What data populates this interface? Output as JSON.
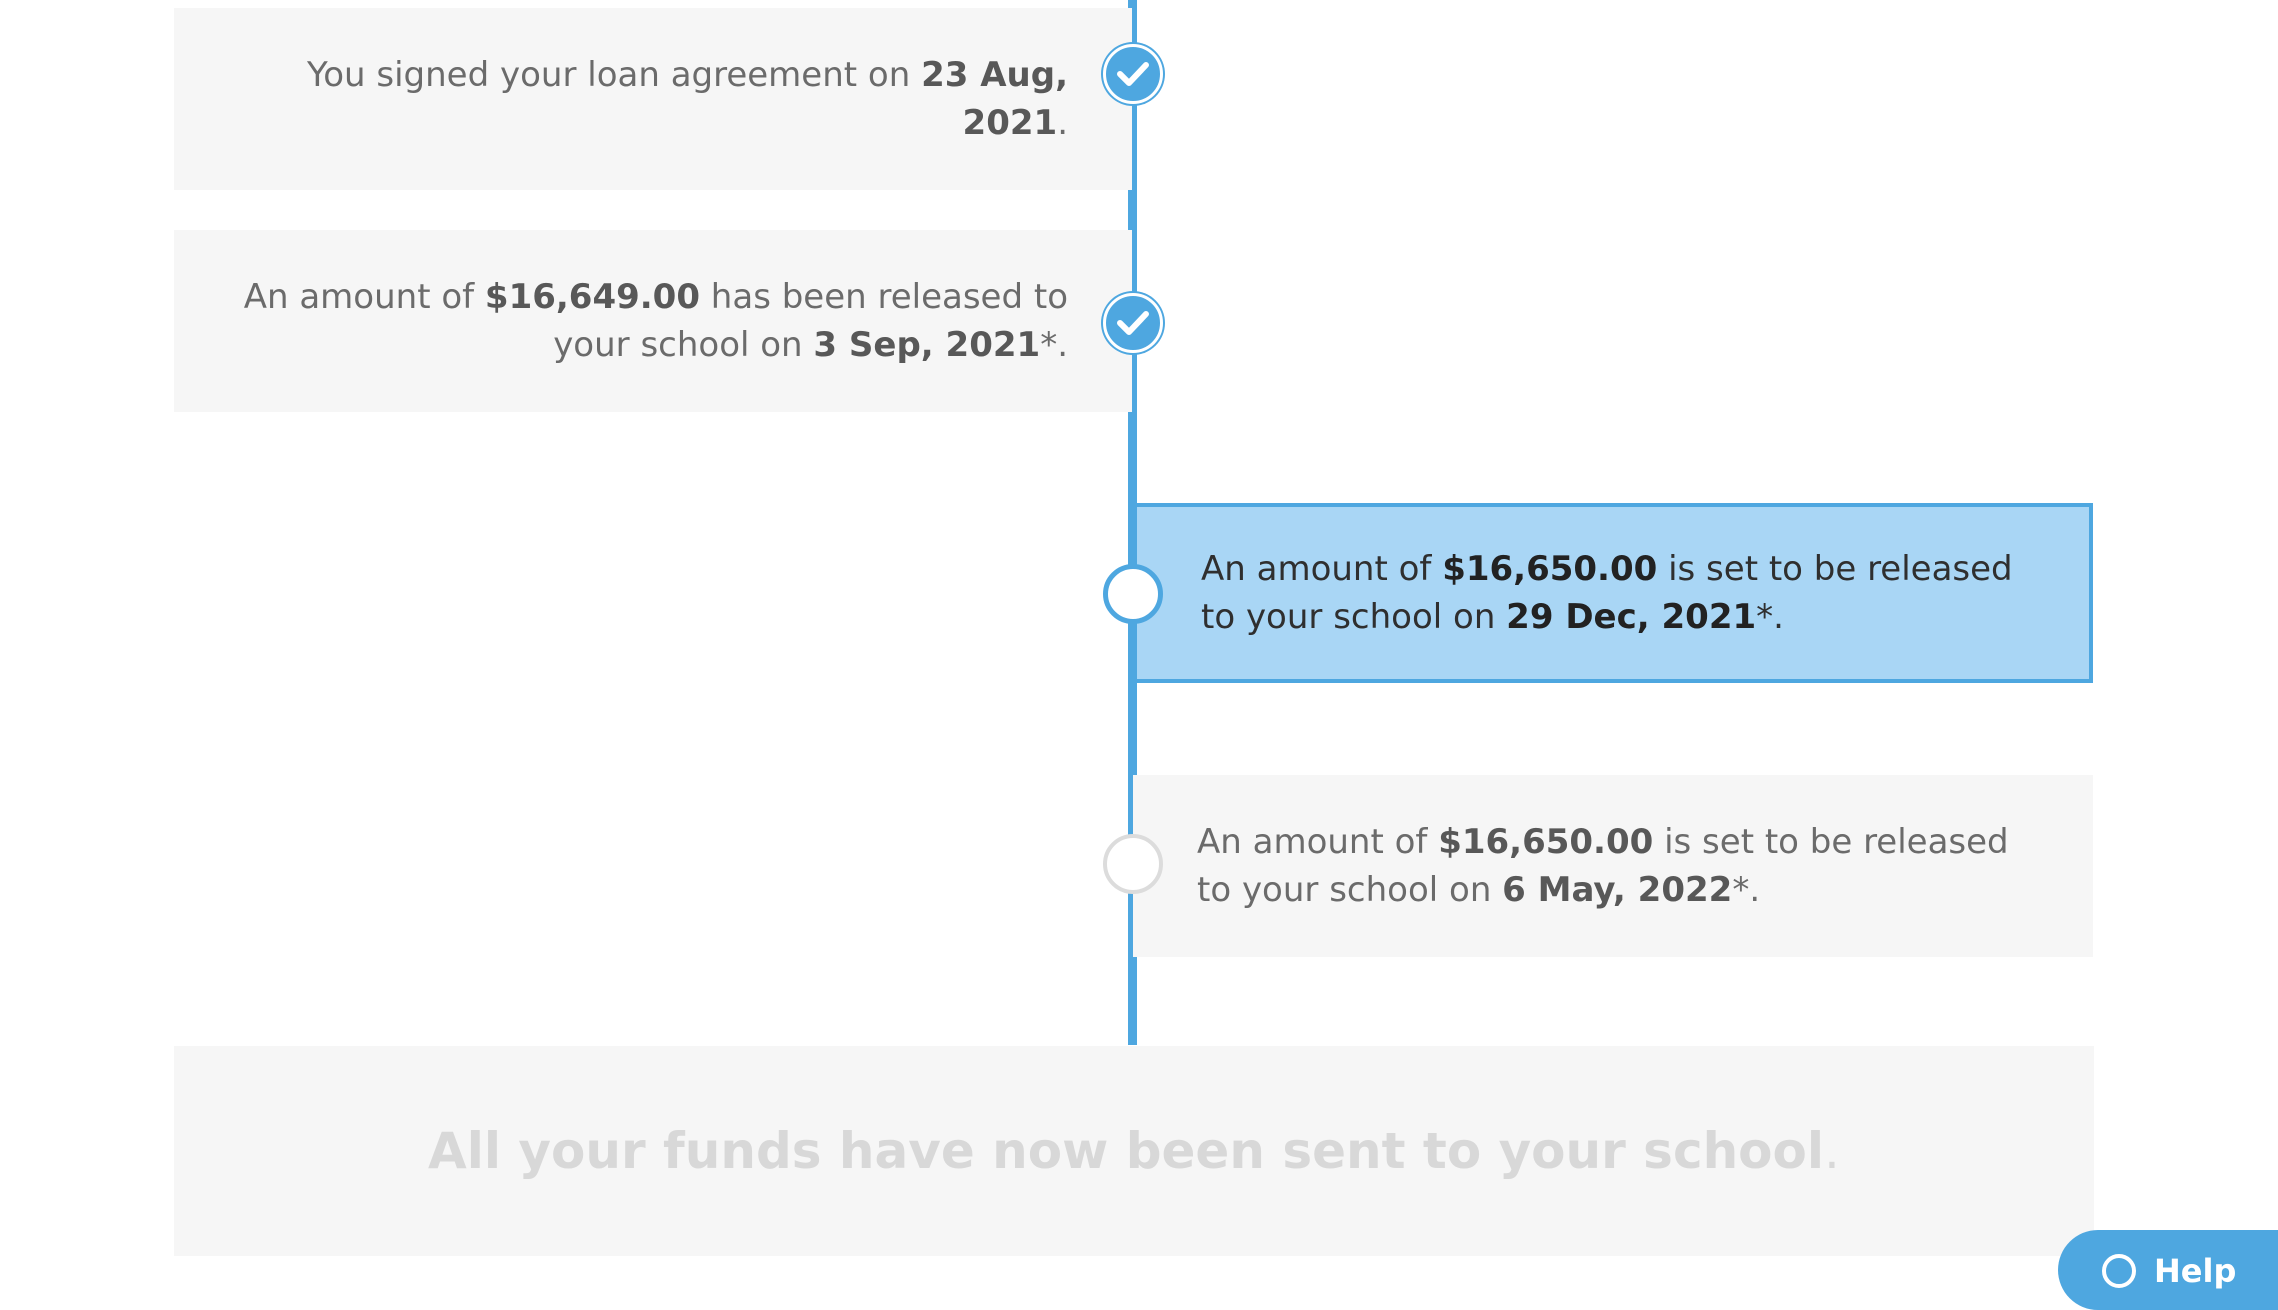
{
  "timeline": {
    "step1": {
      "prefix": "You signed your loan agreement on ",
      "date": "23 Aug, 2021",
      "suffix": "."
    },
    "step2": {
      "prefix": "An amount of ",
      "amount": "$16,649.00",
      "middle": " has been released to your school on ",
      "date": "3 Sep, 2021",
      "suffix": "*."
    },
    "step3": {
      "prefix": "An amount of ",
      "amount": "$16,650.00",
      "middle": " is set to be released to your school on ",
      "date": "29 Dec, 2021",
      "suffix": "*."
    },
    "step4": {
      "prefix": "An amount of ",
      "amount": "$16,650.00",
      "middle": " is set to be released to your school on ",
      "date": "6 May, 2022",
      "suffix": "*."
    }
  },
  "final_message": {
    "text": "All your funds have now been sent to your school",
    "suffix": "."
  },
  "help_button": {
    "label": "Help"
  },
  "colors": {
    "accent": "#4ea7e0",
    "active_card": "#a9d6f5",
    "card_bg": "#f6f6f6"
  },
  "icons": {
    "done": "checkmark-icon",
    "help": "help-circle-icon"
  }
}
